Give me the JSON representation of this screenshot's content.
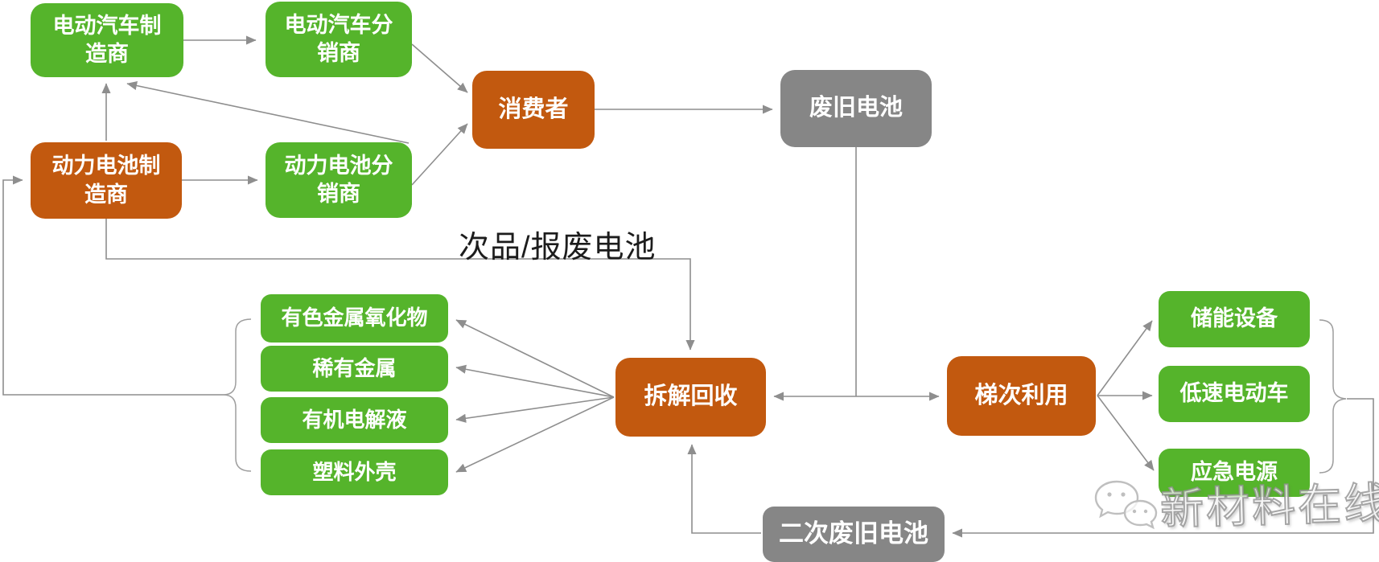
{
  "diagram": {
    "description_visible_text_only": true,
    "colors": {
      "node_green": "#55B42B",
      "node_orange": "#C2590F",
      "node_gray": "#868686",
      "edge_gray": "#8E8E8E",
      "label_black": "#1C1C1C"
    },
    "nodes": {
      "ev_maker": {
        "label": "电动汽车制造商",
        "color": "green"
      },
      "ev_dist": {
        "label": "电动汽车分销商",
        "color": "green"
      },
      "batt_maker": {
        "label": "动力电池制造商",
        "color": "orange"
      },
      "batt_dist": {
        "label": "动力电池分销商",
        "color": "green"
      },
      "consumer": {
        "label": "消费者",
        "color": "orange"
      },
      "waste_batt": {
        "label": "废旧电池",
        "color": "gray"
      },
      "dismantle": {
        "label": "拆解回收",
        "color": "orange"
      },
      "cascade": {
        "label": "梯次利用",
        "color": "orange"
      },
      "material_1": {
        "label": "有色金属氧化物",
        "color": "green"
      },
      "material_2": {
        "label": "稀有金属",
        "color": "green"
      },
      "material_3": {
        "label": "有机电解液",
        "color": "green"
      },
      "material_4": {
        "label": "塑料外壳",
        "color": "green"
      },
      "reuse_1": {
        "label": "储能设备",
        "color": "green"
      },
      "reuse_2": {
        "label": "低速电动车",
        "color": "green"
      },
      "reuse_3": {
        "label": "应急电源",
        "color": "green"
      },
      "sec_waste": {
        "label": "二次废旧电池",
        "color": "gray"
      }
    },
    "edge_label": {
      "scrap": "次品/报废电池"
    },
    "edges": [
      {
        "from": "ev_maker",
        "to": "ev_dist"
      },
      {
        "from": "batt_maker",
        "to": "ev_maker"
      },
      {
        "from": "batt_dist",
        "to": "ev_maker"
      },
      {
        "from": "batt_maker",
        "to": "batt_dist"
      },
      {
        "from": "ev_dist",
        "to": "consumer"
      },
      {
        "from": "batt_dist",
        "to": "consumer"
      },
      {
        "from": "consumer",
        "to": "waste_batt"
      },
      {
        "from": "batt_maker",
        "to": "dismantle",
        "label": "次品/报废电池"
      },
      {
        "from": "waste_batt",
        "to": "dismantle"
      },
      {
        "from": "waste_batt",
        "to": "cascade"
      },
      {
        "from": "dismantle",
        "to": "material_1"
      },
      {
        "from": "dismantle",
        "to": "material_2"
      },
      {
        "from": "dismantle",
        "to": "material_3"
      },
      {
        "from": "dismantle",
        "to": "material_4"
      },
      {
        "from": "materials_group_brace",
        "to": "batt_maker"
      },
      {
        "from": "cascade",
        "to": "reuse_1"
      },
      {
        "from": "cascade",
        "to": "reuse_2"
      },
      {
        "from": "cascade",
        "to": "reuse_3"
      },
      {
        "from": "reuse_group_brace",
        "to": "sec_waste"
      },
      {
        "from": "sec_waste",
        "to": "dismantle"
      }
    ]
  },
  "watermark": {
    "text": "新材料在线",
    "icon": "wechat-icon"
  }
}
